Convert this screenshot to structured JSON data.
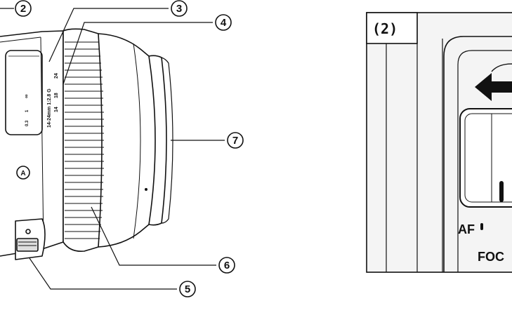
{
  "callouts": [
    "2",
    "3",
    "4",
    "7",
    "6",
    "5"
  ],
  "lens_text": {
    "spec": "14-24mm 1:2.8 G",
    "scale_1": "24",
    "scale_2": "18",
    "scale_3": "14",
    "dist_1": "0.3",
    "dist_2": "1",
    "dist_3": "∞",
    "mode_mark": "A"
  },
  "inset": {
    "label": "(2)",
    "af_text": "AF",
    "focus_text": "FOC"
  },
  "colors": {
    "ink": "#111111",
    "inset_fill": "#f4f4f4",
    "paper": "#ffffff"
  }
}
